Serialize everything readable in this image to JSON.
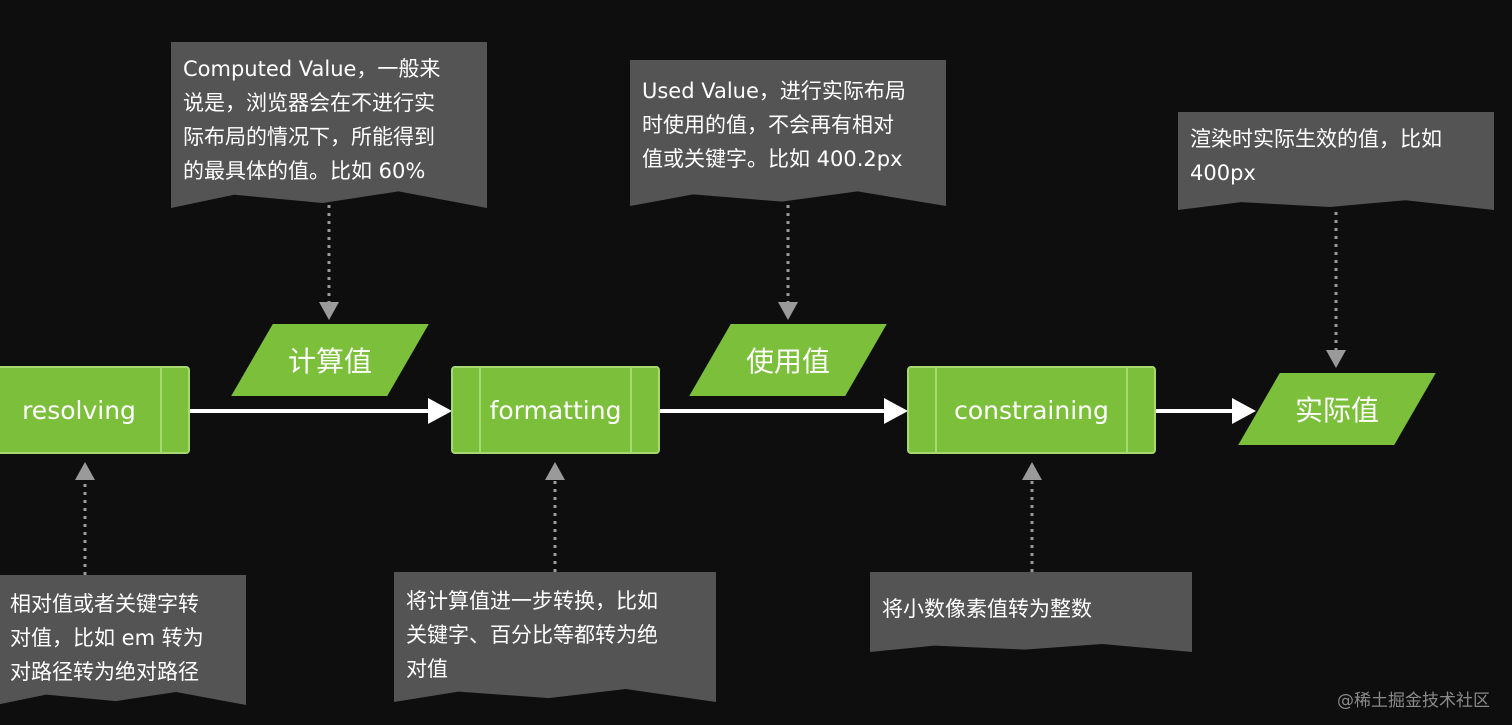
{
  "diagram": {
    "processes": [
      {
        "id": "resolving",
        "label": "resolving"
      },
      {
        "id": "formatting",
        "label": "formatting"
      },
      {
        "id": "constraining",
        "label": "constraining"
      }
    ],
    "values": [
      {
        "id": "computed",
        "label": "计算值"
      },
      {
        "id": "used",
        "label": "使用值"
      },
      {
        "id": "actual",
        "label": "实际值"
      }
    ],
    "notes": {
      "computed": [
        "Computed Value，一般来",
        "说是，浏览器会在不进行实",
        "际布局的情况下，所能得到",
        "的最具体的值。比如 60%"
      ],
      "used": [
        "Used Value，进行实际布局",
        "时使用的值，不会再有相对",
        "值或关键字。比如 400.2px"
      ],
      "actual": [
        "渲染时实际生效的值，比如",
        "400px"
      ],
      "resolving": [
        "相对值或者关键字转",
        "对值，比如 em 转为",
        "对路径转为绝对路径"
      ],
      "formatting": [
        "将计算值进一步转换，比如",
        "关键字、百分比等都转为绝",
        "对值"
      ],
      "constraining": [
        "将小数像素值转为整数"
      ]
    }
  },
  "watermark": "@稀土掘金技术社区"
}
